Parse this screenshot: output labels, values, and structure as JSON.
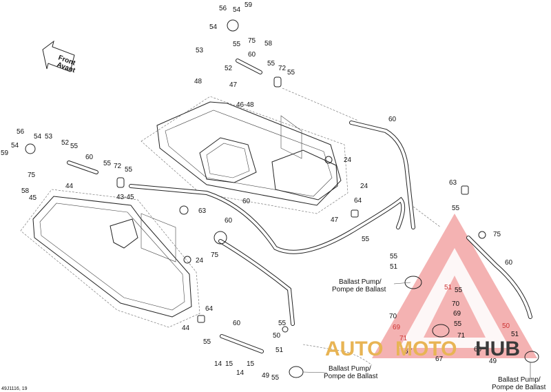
{
  "diagram_ref": "49J1116, 19",
  "front_arrow": {
    "line1": "Front",
    "line2": "Avant"
  },
  "captions": {
    "ballast_pump_1": {
      "line1": "Ballast Pump/",
      "line2": "Pompe de Ballast"
    },
    "ballast_pump_2": {
      "line1": "Ballast Pump/",
      "line2": "Pompe de Ballast"
    },
    "ballast_pump_3": {
      "line1": "Ballast Pump/",
      "line2": "Pompe de Ballast"
    }
  },
  "watermark": {
    "part1": "AUTO",
    "part2": "MOTO",
    "part3": "HUB",
    "color_gold": "#e8b454",
    "color_dark": "#3a3a3a",
    "color_red": "#e85a5a"
  },
  "callouts": {
    "c56a": "56",
    "c54a": "54",
    "c59a": "59",
    "c54b": "54",
    "c75a": "75",
    "c58a": "58",
    "c53a": "53",
    "c55a": "55",
    "c52a": "52",
    "c60a": "60",
    "c55b": "55",
    "c72a": "72",
    "c55c": "55",
    "c48a": "48",
    "c47a": "47",
    "c4648": "46-48",
    "c60b": "60",
    "c56b": "56",
    "c54c": "54",
    "c53b": "53",
    "c52b": "52",
    "c55d": "55",
    "c59b": "59",
    "c54d": "54",
    "c75b": "75",
    "c58b": "58",
    "c45a": "45",
    "c44a": "44",
    "c60c": "60",
    "c55e": "55",
    "c72b": "72",
    "c55f": "55",
    "c4345": "43-45",
    "c24a": "24",
    "c24b": "24",
    "c63a": "63",
    "c60d": "60",
    "c60e": "60",
    "c75c": "75",
    "c24c": "24",
    "c64a": "64",
    "c47b": "47",
    "c55g": "55",
    "c63b": "63",
    "c55h": "55",
    "c75d": "75",
    "c60f": "60",
    "c55i": "55",
    "c51a": "51",
    "c51b": "51",
    "c55j": "55",
    "c70a": "70",
    "c69a": "69",
    "c69b": "69",
    "c55k": "55",
    "c71a": "71",
    "c71b": "71",
    "c67a": "67",
    "c67b": "67",
    "c60g": "60",
    "c50a": "50",
    "c51c": "51",
    "c49a": "49",
    "c64b": "64",
    "c44b": "44",
    "c55l": "55",
    "c60h": "60",
    "c55m": "55",
    "c50b": "50",
    "c51d": "51",
    "c14a": "14",
    "c15a": "15",
    "c14b": "14",
    "c15b": "15",
    "c49b": "49",
    "c55n": "55"
  }
}
